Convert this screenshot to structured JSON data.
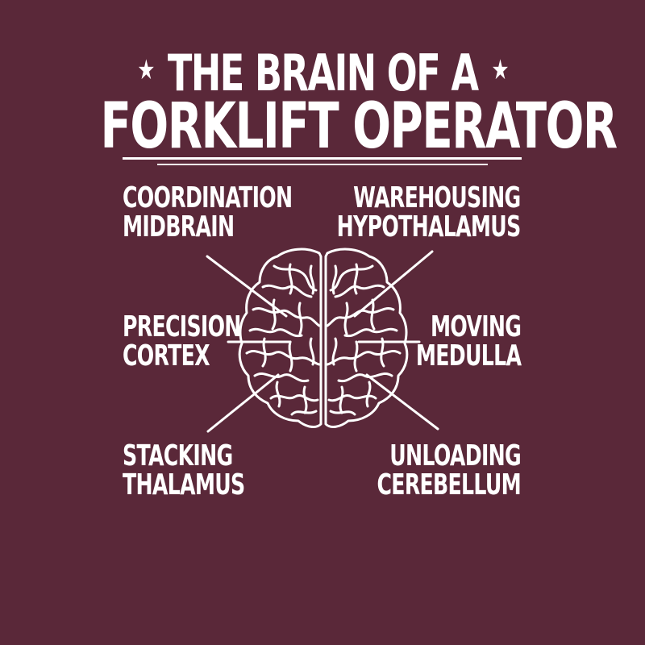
{
  "title": {
    "line1": "THE BRAIN OF A",
    "line2": "FORKLIFT OPERATOR",
    "star_icon": "★"
  },
  "labels": {
    "top_left": {
      "line1": "COORDINATION",
      "line2": "MIDBRAIN"
    },
    "top_right": {
      "line1": "WAREHOUSING",
      "line2": "HYPOTHALAMUS"
    },
    "middle_left": {
      "line1": "PRECISION",
      "line2": "CORTEX"
    },
    "middle_right": {
      "line1": "MOVING",
      "line2": "MEDULLA"
    },
    "bottom_left": {
      "line1": "STACKING",
      "line2": "THALAMUS"
    },
    "bottom_right": {
      "line1": "UNLOADING",
      "line2": "CEREBELLUM"
    }
  },
  "colors": {
    "background": "#5a2839",
    "foreground": "#ffffff"
  },
  "icons": {
    "brain": "brain-icon"
  }
}
